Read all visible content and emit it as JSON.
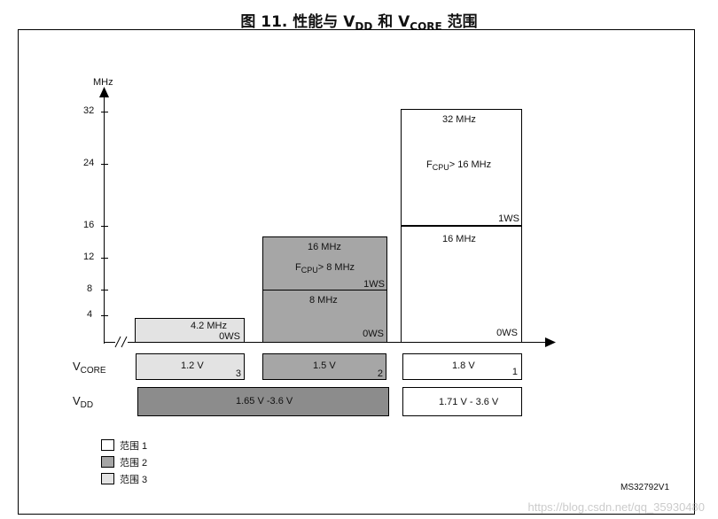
{
  "title": {
    "prefix": "图 11. 性能与 V",
    "dd": "DD",
    "middle": " 和 V",
    "core": "CORE",
    "suffix": " 范围"
  },
  "y_axis": {
    "unit": "MHz",
    "ticks": [
      "32",
      "24",
      "16",
      "12",
      "8",
      "4"
    ]
  },
  "range3": {
    "freq": "4.2 MHz",
    "ws": "0WS",
    "vcore": "1.2 V",
    "vcore_index": "3"
  },
  "range2": {
    "upper_freq": "16 MHz",
    "upper_fcpu_prefix": "F",
    "upper_fcpu_sub": "CPU",
    "upper_fcpu_cond": "> 8 MHz",
    "upper_ws": "1WS",
    "lower_freq": "8 MHz",
    "lower_ws": "0WS",
    "vcore": "1.5 V",
    "vcore_index": "2"
  },
  "range1": {
    "upper_freq": "32 MHz",
    "upper_fcpu_prefix": "F",
    "upper_fcpu_sub": "CPU",
    "upper_fcpu_cond": "> 16 MHz",
    "upper_ws": "1WS",
    "lower_freq": "16 MHz",
    "lower_ws": "0WS",
    "vcore": "1.8 V",
    "vcore_index": "1"
  },
  "vcore_label": {
    "main": "V",
    "sub": "CORE"
  },
  "vdd_label": {
    "main": "V",
    "sub": "DD"
  },
  "vdd_ranges": {
    "low": "1.65 V -3.6 V",
    "high": "1.71 V  -  3.6 V"
  },
  "legend": [
    {
      "label": "范围 1",
      "color": "#ffffff"
    },
    {
      "label": "范围 2",
      "color": "#a6a6a6"
    },
    {
      "label": "范围 3",
      "color": "#e3e3e3"
    }
  ],
  "colors": {
    "range1": "#ffffff",
    "range2": "#a6a6a6",
    "range3": "#e3e3e3",
    "vdd_dark": "#8c8c8c"
  },
  "doc_id": "MS32792V1",
  "watermark": "https://blog.csdn.net/qq_35930480"
}
